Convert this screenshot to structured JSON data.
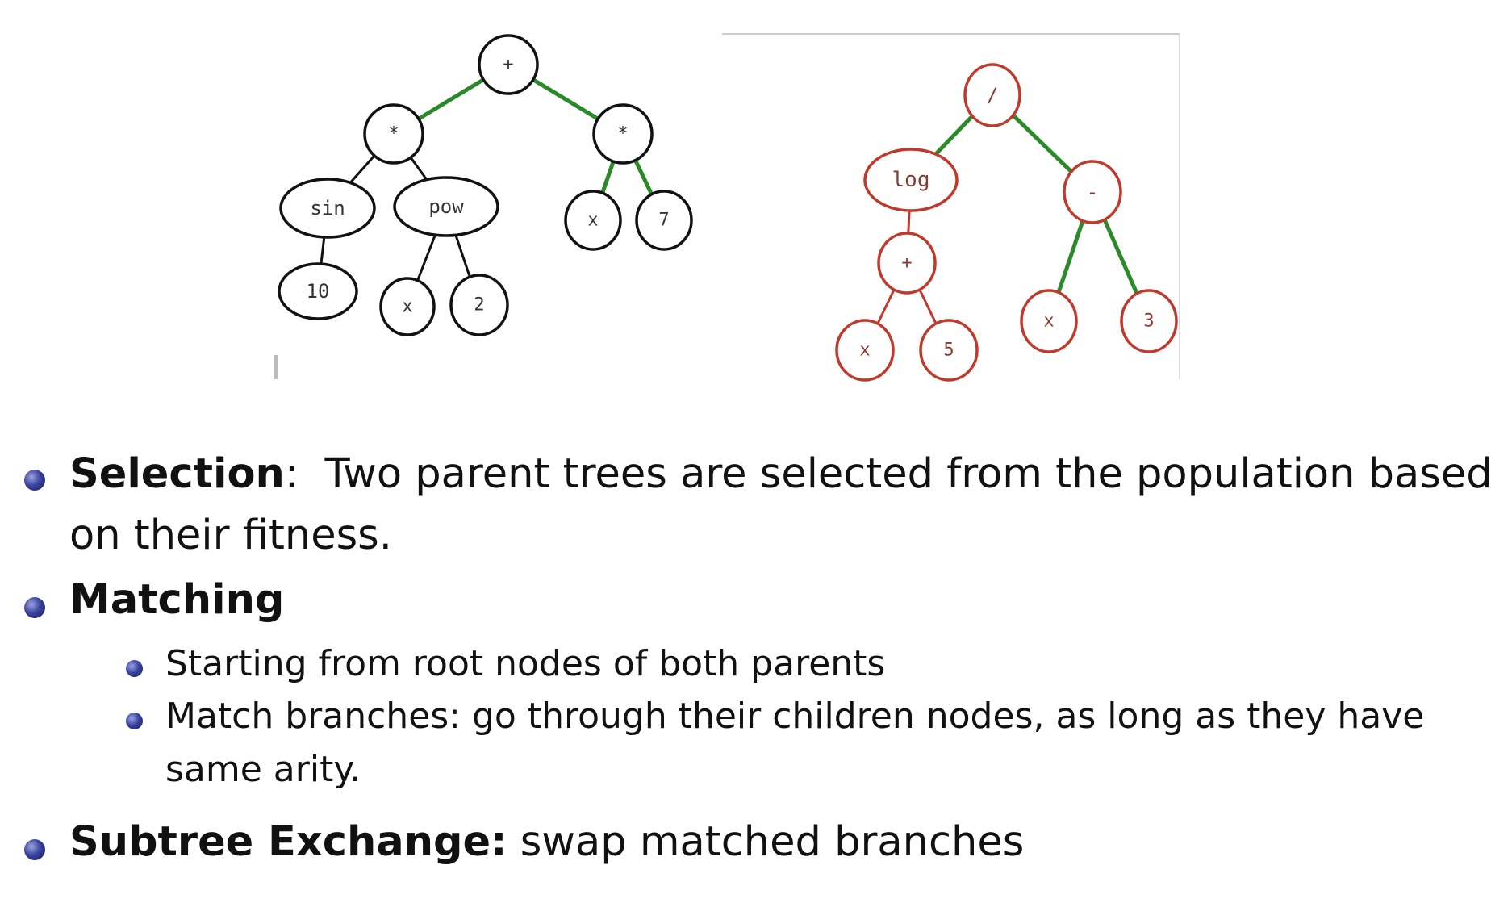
{
  "trees": {
    "left": {
      "stroke": "#111111",
      "edge_color": "#2a8a2a",
      "edge_color_lower": "#111111",
      "nodes": [
        {
          "id": "L_root",
          "label": "+"
        },
        {
          "id": "L_mul1",
          "label": "*"
        },
        {
          "id": "L_mul2",
          "label": "*"
        },
        {
          "id": "L_sin",
          "label": "sin"
        },
        {
          "id": "L_pow",
          "label": "pow"
        },
        {
          "id": "L_x1",
          "label": "x"
        },
        {
          "id": "L_7",
          "label": "7"
        },
        {
          "id": "L_10",
          "label": "10"
        },
        {
          "id": "L_x2",
          "label": "x"
        },
        {
          "id": "L_2",
          "label": "2"
        }
      ]
    },
    "right": {
      "stroke": "#c0392b",
      "edge_color": "#2a8a2a",
      "nodes": [
        {
          "id": "R_root",
          "label": "/"
        },
        {
          "id": "R_log",
          "label": "log"
        },
        {
          "id": "R_minus",
          "label": "-"
        },
        {
          "id": "R_plus",
          "label": "+"
        },
        {
          "id": "R_x1",
          "label": "x"
        },
        {
          "id": "R_5",
          "label": "5"
        },
        {
          "id": "R_x2",
          "label": "x"
        },
        {
          "id": "R_3",
          "label": "3"
        }
      ]
    }
  },
  "bullets": {
    "selection_term": "Selection",
    "selection_colon": ":",
    "selection_text_1": "Two parent trees are selected from the population based",
    "selection_text_2": "on their fitness.",
    "matching_term": "Matching",
    "matching_sub_1": "Starting from root nodes of both parents",
    "matching_sub_2_line1": "Match branches: go through their children nodes, as long as they have",
    "matching_sub_2_line2": "same arity.",
    "exchange_term": "Subtree Exchange:",
    "exchange_text": "swap matched branches"
  }
}
